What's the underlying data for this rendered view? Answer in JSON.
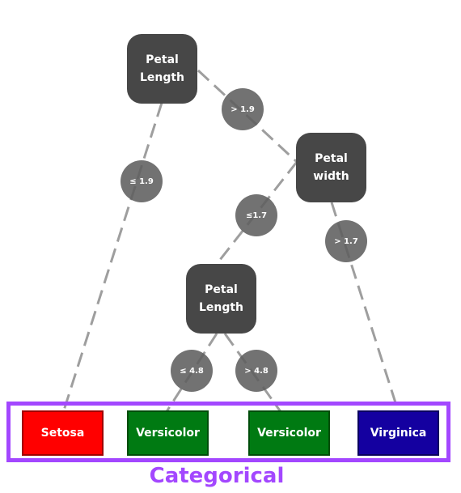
{
  "nodes": {
    "root": {
      "label": "Petal\nLength"
    },
    "petal_width": {
      "label": "Petal\nwidth"
    },
    "petal_length_2": {
      "label": "Petal\nLength"
    }
  },
  "conditions": {
    "root_left": "≤ 1.9",
    "root_right": "> 1.9",
    "width_left": "≤1.7",
    "width_right": "> 1.7",
    "length2_left": "≤ 4.8",
    "length2_right": "> 4.8"
  },
  "leaves": [
    {
      "label": "Setosa",
      "color": "#ff0000",
      "border": "#a00000"
    },
    {
      "label": "Versicolor",
      "color": "#007a12",
      "border": "#004d0a"
    },
    {
      "label": "Versicolor",
      "color": "#007a12",
      "border": "#004d0a"
    },
    {
      "label": "Virginica",
      "color": "#1400a0",
      "border": "#0a0060"
    }
  ],
  "caption": "Categorical",
  "colors": {
    "node": "#474747",
    "condition": "#5f5f5f",
    "edge": "#9e9e9e",
    "frame": "#a347ff"
  }
}
